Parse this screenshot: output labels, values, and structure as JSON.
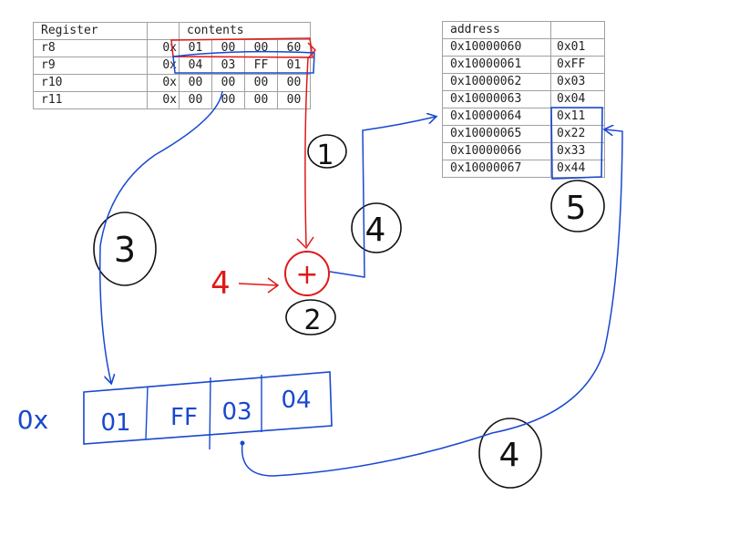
{
  "register_table": {
    "header": {
      "register": "Register",
      "contents": "contents"
    },
    "rows": [
      {
        "name": "r8",
        "prefix": "0x",
        "bytes": [
          "01",
          "00",
          "00",
          "60"
        ]
      },
      {
        "name": "r9",
        "prefix": "0x",
        "bytes": [
          "04",
          "03",
          "FF",
          "01"
        ]
      },
      {
        "name": "r10",
        "prefix": "0x",
        "bytes": [
          "00",
          "00",
          "00",
          "00"
        ]
      },
      {
        "name": "r11",
        "prefix": "0x",
        "bytes": [
          "00",
          "00",
          "00",
          "00"
        ]
      }
    ]
  },
  "memory_table": {
    "header": {
      "address": "address",
      "value": ""
    },
    "rows": [
      {
        "address": "0x10000060",
        "value": "0x01"
      },
      {
        "address": "0x10000061",
        "value": "0xFF"
      },
      {
        "address": "0x10000062",
        "value": "0x03"
      },
      {
        "address": "0x10000063",
        "value": "0x04"
      },
      {
        "address": "0x10000064",
        "value": "0x11"
      },
      {
        "address": "0x10000065",
        "value": "0x22"
      },
      {
        "address": "0x10000066",
        "value": "0x33"
      },
      {
        "address": "0x10000067",
        "value": "0x44"
      }
    ]
  },
  "annotations": {
    "step1": "1",
    "step2": "2",
    "step3": "3",
    "step4a": "4",
    "step4b": "4",
    "step5": "5",
    "plus": "+",
    "offset": "4",
    "offset_arrow": "→",
    "loaded_label": "0x",
    "loaded_bytes": [
      "01",
      "FF",
      "03",
      "04"
    ]
  },
  "colors": {
    "red": "#e01818",
    "blue": "#1848d0",
    "black": "#111111"
  }
}
